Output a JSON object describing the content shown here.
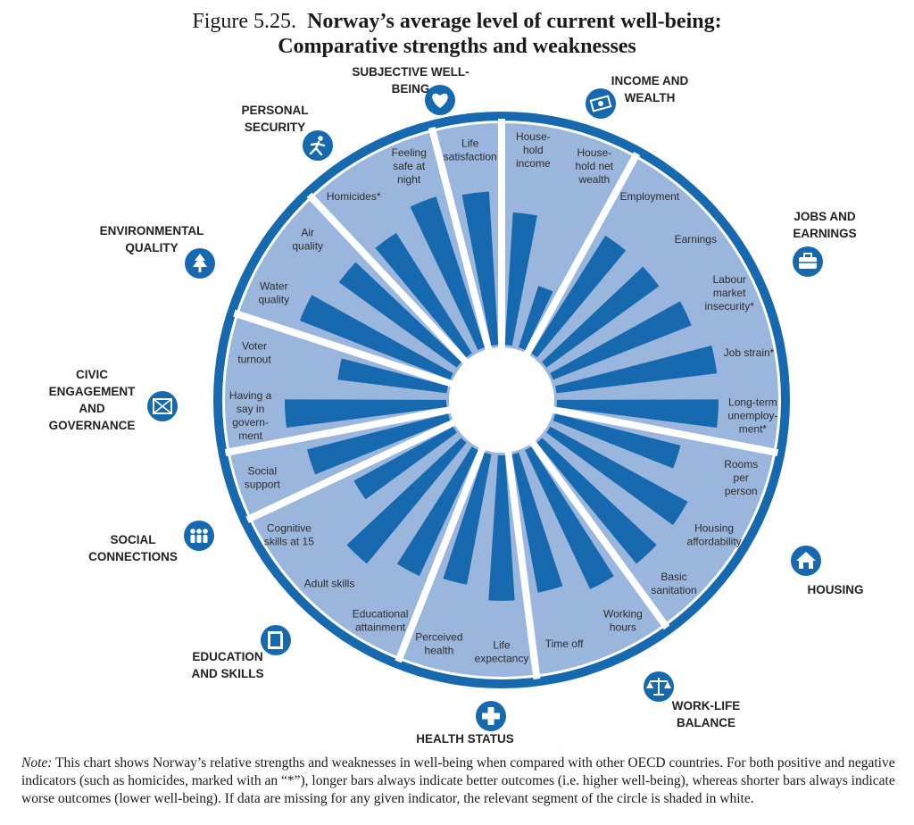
{
  "title": {
    "prefix": "Figure 5.25.",
    "main": "Norway’s average level of current well-being:",
    "line2": "Comparative strengths and weaknesses"
  },
  "note": {
    "label": "Note:",
    "text": "This chart shows Norway’s relative strengths and weaknesses in well-being when compared with other OECD countries. For both positive and negative indicators (such as homicides, marked with an “*”), longer bars always indicate better outcomes (i.e. higher well-being), whereas shorter bars always indicate worse outcomes (lower well-being). If data are missing for any given indicator, the relevant segment of the circle is shaded in white."
  },
  "colors": {
    "bar": "#1669ae",
    "segment": "#9bb6dd",
    "ring": "#ffffff",
    "outer_circle": "#1669ae",
    "dimension_icon": "#1669ae"
  },
  "chart_data": {
    "type": "radial-bar",
    "value_scale": "relative length, 0 = shortest, 1 = longest",
    "dimensions": [
      {
        "name": "Income and Wealth",
        "label_lines": [
          "INCOME AND",
          "WEALTH"
        ],
        "icon": "money-icon",
        "indicators": [
          {
            "name": "Household income",
            "label_lines": [
              "House-",
              "hold",
              "income"
            ],
            "value": 0.82
          },
          {
            "name": "Household net wealth",
            "label_lines": [
              "House-",
              "hold net",
              "wealth"
            ],
            "value": 0.4
          }
        ]
      },
      {
        "name": "Jobs and Earnings",
        "label_lines": [
          "JOBS AND",
          "EARNINGS"
        ],
        "icon": "briefcase-icon",
        "indicators": [
          {
            "name": "Employment",
            "label_lines": [
              "Employment"
            ],
            "value": 0.86
          },
          {
            "name": "Earnings",
            "label_lines": [
              "Earnings"
            ],
            "value": 0.86
          },
          {
            "name": "Labour market insecurity*",
            "label_lines": [
              "Labour",
              "market",
              "insecurity*"
            ],
            "value": 0.92
          },
          {
            "name": "Job strain*",
            "label_lines": [
              "Job strain*"
            ],
            "value": 1.0
          },
          {
            "name": "Long-term unemployment*",
            "label_lines": [
              "Long-term",
              "unemploy-",
              "ment*"
            ],
            "value": 1.0
          }
        ]
      },
      {
        "name": "Housing",
        "label_lines": [
          "HOUSING"
        ],
        "icon": "house-icon",
        "indicators": [
          {
            "name": "Rooms per person",
            "label_lines": [
              "Rooms",
              "per",
              "person"
            ],
            "value": 0.8
          },
          {
            "name": "Housing affordability",
            "label_lines": [
              "Housing",
              "affordability"
            ],
            "value": 0.97
          },
          {
            "name": "Basic sanitation",
            "label_lines": [
              "Basic",
              "sanitation"
            ],
            "value": 0.97
          }
        ]
      },
      {
        "name": "Work-Life Balance",
        "label_lines": [
          "WORK-LIFE",
          "BALANCE"
        ],
        "icon": "scales-icon",
        "indicators": [
          {
            "name": "Working hours",
            "label_lines": [
              "Working",
              "hours"
            ],
            "value": 0.95
          },
          {
            "name": "Time off",
            "label_lines": [
              "Time off"
            ],
            "value": 0.87
          }
        ]
      },
      {
        "name": "Health Status",
        "label_lines": [
          "HEALTH STATUS"
        ],
        "icon": "health-cross-icon",
        "indicators": [
          {
            "name": "Life expectancy",
            "label_lines": [
              "Life",
              "expectancy"
            ],
            "value": 0.9
          },
          {
            "name": "Perceived health",
            "label_lines": [
              "Perceived",
              "health"
            ],
            "value": 0.82
          }
        ]
      },
      {
        "name": "Education and Skills",
        "label_lines": [
          "EDUCATION",
          "AND SKILLS"
        ],
        "icon": "book-icon",
        "indicators": [
          {
            "name": "Educational attainment",
            "label_lines": [
              "Educational",
              "attainment"
            ],
            "value": 0.86
          },
          {
            "name": "Adult skills",
            "label_lines": [
              "Adult skills"
            ],
            "value": 0.97
          },
          {
            "name": "Cognitive skills at 15",
            "label_lines": [
              "Cognitive",
              "skills at 15"
            ],
            "value": 0.7
          }
        ]
      },
      {
        "name": "Social Connections",
        "label_lines": [
          "SOCIAL",
          "CONNECTIONS"
        ],
        "icon": "people-icon",
        "indicators": [
          {
            "name": "Social support",
            "label_lines": [
              "Social",
              "support"
            ],
            "value": 0.9
          }
        ]
      },
      {
        "name": "Civic Engagement and Governance",
        "label_lines": [
          "CIVIC",
          "ENGAGEMENT",
          "AND",
          "GOVERNANCE"
        ],
        "icon": "ballot-box-icon",
        "indicators": [
          {
            "name": "Having a say in government",
            "label_lines": [
              "Having a",
              "say in",
              "govern-",
              "ment"
            ],
            "value": 1.0
          },
          {
            "name": "Voter turnout",
            "label_lines": [
              "Voter",
              "turnout"
            ],
            "value": 0.68
          }
        ]
      },
      {
        "name": "Environmental Quality",
        "label_lines": [
          "ENVIRONMENTAL",
          "QUALITY"
        ],
        "icon": "tree-icon",
        "indicators": [
          {
            "name": "Water quality",
            "label_lines": [
              "Water",
              "quality"
            ],
            "value": 1.0
          },
          {
            "name": "Air quality",
            "label_lines": [
              "Air",
              "quality"
            ],
            "value": 0.9
          }
        ]
      },
      {
        "name": "Personal Security",
        "label_lines": [
          "PERSONAL",
          "SECURITY"
        ],
        "icon": "running-person-icon",
        "indicators": [
          {
            "name": "Homicides*",
            "label_lines": [
              "Homicides*"
            ],
            "value": 0.88
          },
          {
            "name": "Feeling safe at night",
            "label_lines": [
              "Feeling",
              "safe at",
              "night"
            ],
            "value": 0.98
          }
        ]
      },
      {
        "name": "Subjective Well-Being",
        "label_lines": [
          "SUBJECTIVE WELL-",
          "BEING"
        ],
        "icon": "heart-icon",
        "indicators": [
          {
            "name": "Life satisfaction",
            "label_lines": [
              "Life",
              "satisfaction"
            ],
            "value": 0.95
          }
        ]
      }
    ]
  }
}
